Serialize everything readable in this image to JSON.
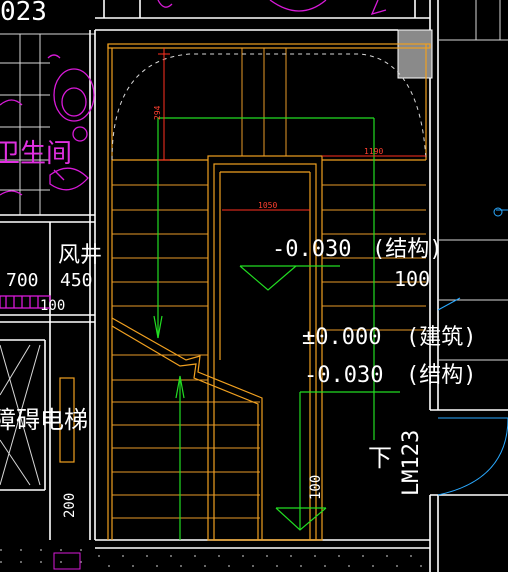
{
  "labels": {
    "top_number": "023",
    "bathroom": "卫生间",
    "air_shaft": "风井",
    "dim_700": "700",
    "dim_450": "450",
    "dim_100_left": "100",
    "dim_200": "200",
    "elevator": "障碍电梯",
    "elev_struct": "-0.030",
    "struct_label": "(结构)",
    "dim_100_mid": "100",
    "elev_zero": "±0.000",
    "arch_label": "(建筑)",
    "elev_struct2": "-0.030",
    "struct_label2": "(结构)",
    "down": "下",
    "door_tag": "LM123",
    "dim_100_bottom": "100",
    "red_dim_294": "294",
    "red_dim_1190": "1190",
    "red_dim_1050": "1050"
  },
  "colors": {
    "background": "#000000",
    "wall": "#ffffff",
    "stair": "#f0a020",
    "axis": "#22dd22",
    "dimension": "#ff3020",
    "fixture": "#d81ad8",
    "door": "#2aa9ff"
  }
}
